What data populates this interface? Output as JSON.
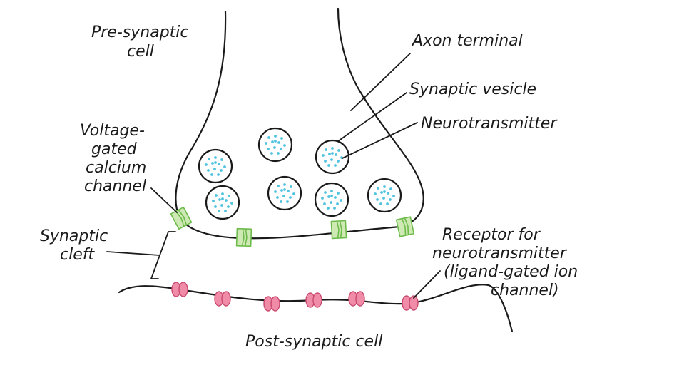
{
  "labels": {
    "pre_synaptic_line1": "Pre-synaptic",
    "pre_synaptic_line2": "cell",
    "axon_terminal": "Axon terminal",
    "synaptic_vesicle": "Synaptic vesicle",
    "neurotransmitter": "Neurotransmitter",
    "vg_channel_line1": "Voltage-",
    "vg_channel_line2": "gated",
    "vg_channel_line3": "calcium",
    "vg_channel_line4": "channel",
    "cleft_line1": "Synaptic",
    "cleft_line2": "cleft",
    "receptor_line1": "Receptor for",
    "receptor_line2": "neurotransmitter",
    "receptor_line3": "(ligand-gated ion",
    "receptor_line4": "channel)",
    "post_synaptic": "Post-synaptic cell"
  },
  "colors": {
    "outline": "#1a1a1a",
    "neurotransmitter_dot": "#4fc3e0",
    "calcium_channel_fill": "#cfe9b4",
    "calcium_channel_stroke": "#6dbb4b",
    "receptor_fill": "#f08ca8",
    "receptor_stroke": "#c94a70"
  }
}
